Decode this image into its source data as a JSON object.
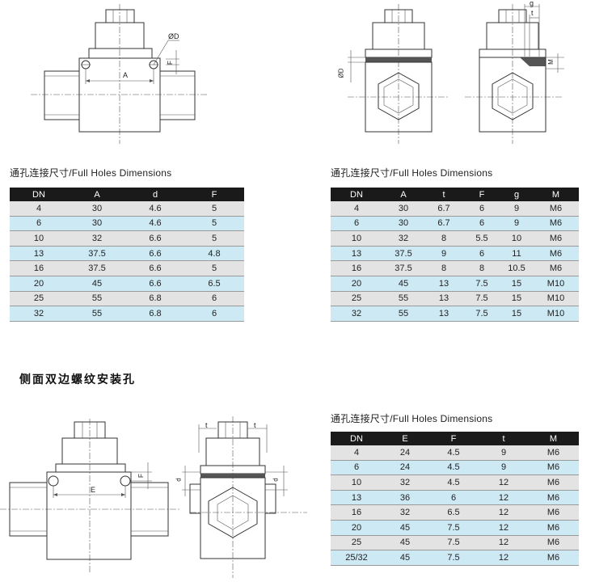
{
  "drawings": {
    "top_left": {
      "dim_a": "A",
      "dim_d": "ØD",
      "dim_f": "F"
    },
    "top_right": {
      "dim_d": "ØD",
      "dim_g": "g",
      "dim_t": "t",
      "dim_m": "M"
    },
    "bottom_left": {
      "dim_e": "E",
      "dim_f": "F"
    },
    "bottom_right": {
      "dim_t_left": "t",
      "dim_t_right": "t",
      "dim_d_left": "d",
      "dim_d_right": "d"
    }
  },
  "table1": {
    "caption": "通孔连接尺寸/Full Holes Dimensions",
    "headers": [
      "DN",
      "A",
      "d",
      "F"
    ],
    "rows": [
      [
        "4",
        "30",
        "4.6",
        "5"
      ],
      [
        "6",
        "30",
        "4.6",
        "5"
      ],
      [
        "10",
        "32",
        "6.6",
        "5"
      ],
      [
        "13",
        "37.5",
        "6.6",
        "4.8"
      ],
      [
        "16",
        "37.5",
        "6.6",
        "5"
      ],
      [
        "20",
        "45",
        "6.6",
        "6.5"
      ],
      [
        "25",
        "55",
        "6.8",
        "6"
      ],
      [
        "32",
        "55",
        "6.8",
        "6"
      ]
    ]
  },
  "table2": {
    "caption": "通孔连接尺寸/Full Holes Dimensions",
    "headers": [
      "DN",
      "A",
      "t",
      "F",
      "g",
      "M"
    ],
    "rows": [
      [
        "4",
        "30",
        "6.7",
        "6",
        "9",
        "M6"
      ],
      [
        "6",
        "30",
        "6.7",
        "6",
        "9",
        "M6"
      ],
      [
        "10",
        "32",
        "8",
        "5.5",
        "10",
        "M6"
      ],
      [
        "13",
        "37.5",
        "9",
        "6",
        "11",
        "M6"
      ],
      [
        "16",
        "37.5",
        "8",
        "8",
        "10.5",
        "M6"
      ],
      [
        "20",
        "45",
        "13",
        "7.5",
        "15",
        "M10"
      ],
      [
        "25",
        "55",
        "13",
        "7.5",
        "15",
        "M10"
      ],
      [
        "32",
        "55",
        "13",
        "7.5",
        "15",
        "M10"
      ]
    ]
  },
  "section2": {
    "title": "侧面双边螺纹安装孔"
  },
  "table3": {
    "caption": "通孔连接尺寸/Full Holes Dimensions",
    "headers": [
      "DN",
      "E",
      "F",
      "t",
      "M"
    ],
    "rows": [
      [
        "4",
        "24",
        "4.5",
        "9",
        "M6"
      ],
      [
        "6",
        "24",
        "4.5",
        "9",
        "M6"
      ],
      [
        "10",
        "32",
        "4.5",
        "12",
        "M6"
      ],
      [
        "13",
        "36",
        "6",
        "12",
        "M6"
      ],
      [
        "16",
        "32",
        "6.5",
        "12",
        "M6"
      ],
      [
        "20",
        "45",
        "7.5",
        "12",
        "M6"
      ],
      [
        "25",
        "45",
        "7.5",
        "12",
        "M6"
      ],
      [
        "25/32",
        "45",
        "7.5",
        "12",
        "M6"
      ]
    ]
  }
}
